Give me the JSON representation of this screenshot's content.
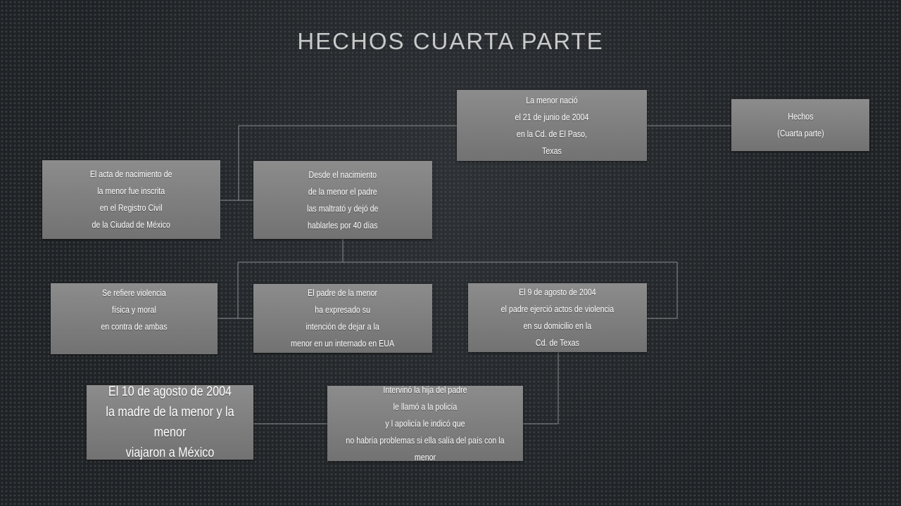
{
  "slide": {
    "title": "Hechos cuarta  parte"
  },
  "boxes": {
    "birth": "La menor nació\nel 21 de junio de 2004\nen la Cd. de El Paso,\nTexas",
    "hechos": "Hechos\n(Cuarta parte)",
    "acta": "El acta de nacimiento de\nla menor fue inscrita\nen el Registro Civil\nde la Ciudad de México",
    "desde": "Desde el nacimiento\nde la menor el padre\nlas maltrató y dejó de\nhablarles por 40 días",
    "violencia": "Se refiere violencia\nfísica y moral\nen contra de ambas",
    "internado": "El padre de la menor\nha expresado su\nintención de dejar a la\nmenor en un internado en EUA",
    "agosto9": "El 9 de agosto de 2004\nel padre ejerció actos de violencia\nen su domicilio en la\nCd. de Texas",
    "agosto10": "El 10 de agosto de 2004\nla madre de la menor y la menor\nviajaron a México",
    "intervino": "Intervinó la hija del padre\nle llamó  a la policía\ny l apolicía le indicó que\nno habría problemas si ella salía del país con la menor"
  }
}
